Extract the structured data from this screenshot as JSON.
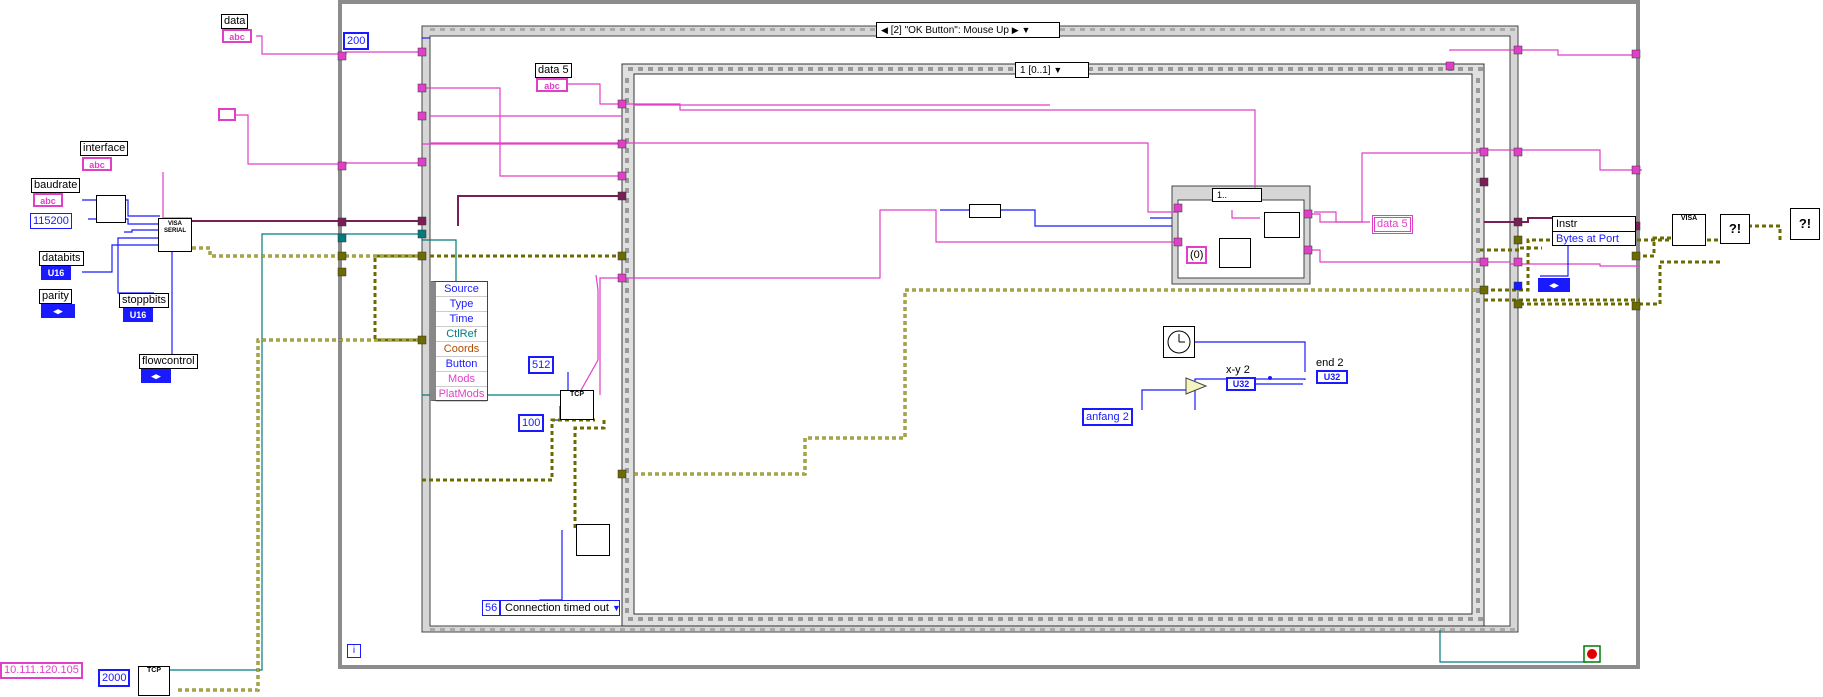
{
  "event_case": {
    "selector": "[2] \"OK Button\": Mouse Up",
    "left_arrow": "◀",
    "right_arrow": "▶",
    "dropdown": "▼"
  },
  "case_structure": {
    "selector": "1 [0..1]",
    "dropdown": "▼"
  },
  "inner_case": {
    "selector": "1.."
  },
  "labels": {
    "data": "data",
    "interface": "interface",
    "baudrate": "baudrate",
    "databits": "databits",
    "parity": "parity",
    "stoppbits": "stoppbits",
    "flowcontrol": "flowcontrol",
    "data5_label": "data 5",
    "xy2": "x-y 2",
    "end2": "end 2"
  },
  "constants": {
    "timeout": "200",
    "baud": "115200",
    "max_bytes": "512",
    "tcp_timeout": "100",
    "ip": "10.111.120.105",
    "port": "2000",
    "zero": "(0)",
    "error_code": "56",
    "error_text": "Connection timed out",
    "anfang": "anfang 2",
    "data5_indicator": "data 5"
  },
  "types": {
    "u16a": "U16",
    "u16b": "U16",
    "u32a": "U32",
    "u32b": "U32",
    "ring_a": "◂▸",
    "ring_b": "◂▸",
    "ring_c": "◂▸",
    "abc": "abc"
  },
  "event_data": {
    "items": [
      "Source",
      "Type",
      "Time",
      "CtlRef",
      "Coords",
      "Button",
      "Mods",
      "PlatMods"
    ],
    "colors": [
      "#1a1aff",
      "#1a1aff",
      "#1a1aff",
      "#00807f",
      "#b34a00",
      "#1a1aff",
      "#e040c8",
      "#e040c8"
    ]
  },
  "property_node": {
    "class": "Instr",
    "property": "Bytes at Port"
  },
  "icons": {
    "visa_serial": "VISA SERIAL",
    "visa_close": "VISA",
    "tcp_read": "TCP",
    "tcp_open": "TCP",
    "info": "i",
    "stop": "stop-icon"
  }
}
